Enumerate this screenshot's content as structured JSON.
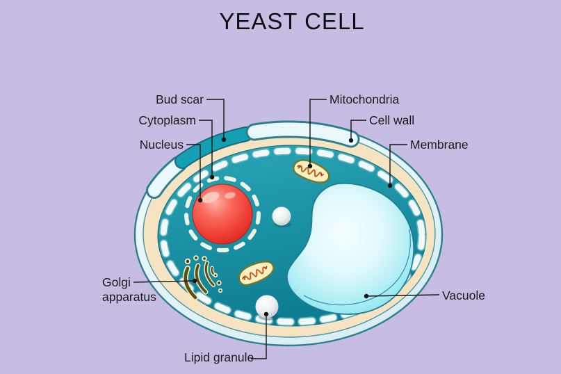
{
  "title": "YEAST CELL",
  "diagram": {
    "labels": {
      "bud_scar": "Bud scar",
      "cytoplasm": "Cytoplasm",
      "nucleus": "Nucleus",
      "mitochondria": "Mitochondria",
      "cell_wall": "Cell wall",
      "membrane": "Membrane",
      "golgi_line1": "Golgi",
      "golgi_line2": "apparatus",
      "vacuole": "Vacuole",
      "lipid_granule": "Lipid granule"
    },
    "colors": {
      "background": "#c7bde2",
      "title_text": "#0d0d12",
      "label_text": "#1c1c1c",
      "pointer_line": "#131313",
      "outer_rim_light": "#f2fbfc",
      "outer_rim_dark": "#d9eef3",
      "cell_outline": "#2c7f90",
      "cell_wall": "#f6e3c1",
      "cytoplasm_top": "#2aa7b8",
      "cytoplasm_bottom": "#0d7d92",
      "membrane_dash": "#f1fafb",
      "bud_scar_band": "#14a0b2",
      "nucleus_red": "#ee3b31",
      "nucleus_highlight": "#ffb0a6",
      "vacuole_center": "#f8ffff",
      "vacuole_edge": "#62d7e7",
      "vacuole_outline": "#1f7d95",
      "lipid_granule_fill": "#eceff0",
      "mitochondria_fill": "#f7f0c4",
      "mitochondria_outline": "#7c7418",
      "cristae": "#c85f17",
      "golgi_dark": "#57500e",
      "golgi_light": "#efe9c8"
    }
  }
}
